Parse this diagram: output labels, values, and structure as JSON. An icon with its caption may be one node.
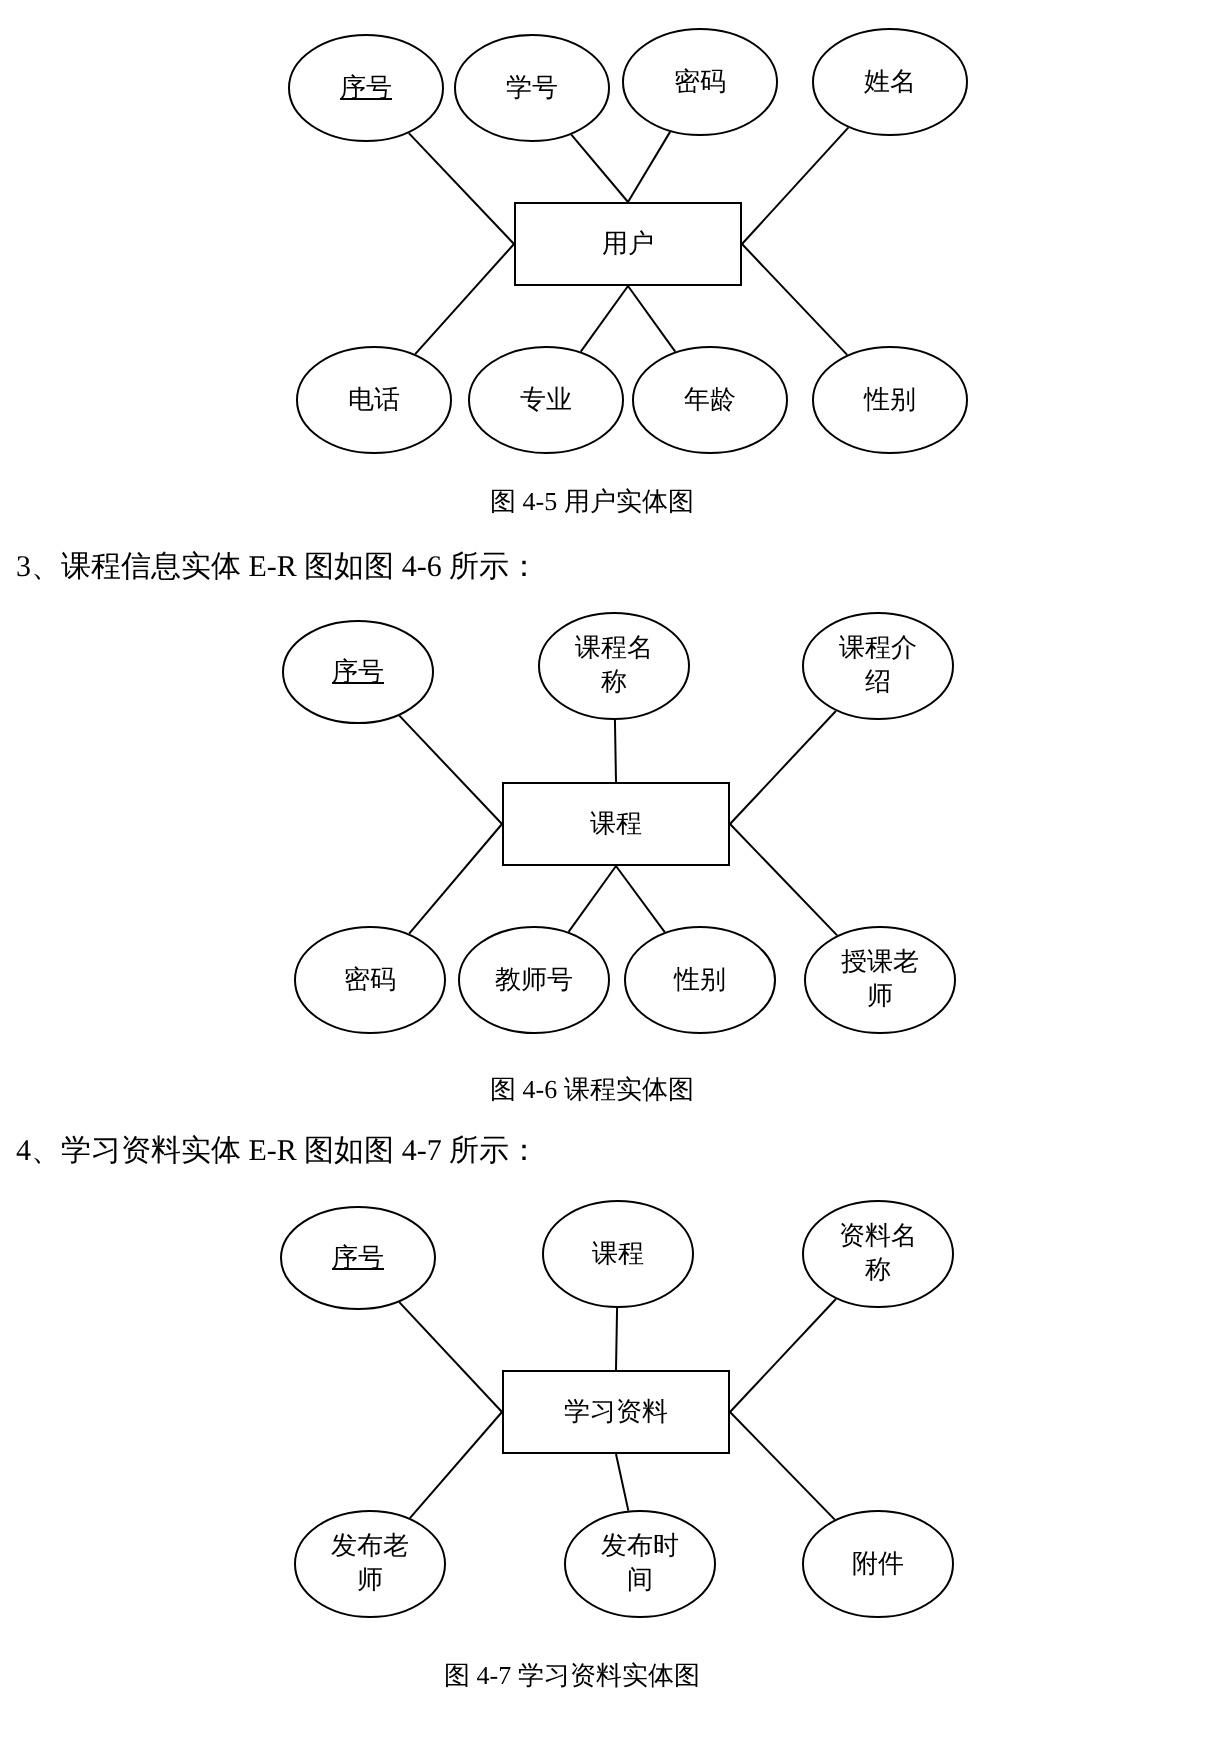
{
  "diagram": {
    "nodes": [
      {
        "text": [
          "序号"
        ]
      },
      {
        "text": [
          "学号"
        ]
      },
      {
        "text": [
          "密码"
        ]
      },
      {
        "text": [
          "姓名"
        ]
      },
      {
        "text": [
          "用户"
        ]
      },
      {
        "text": [
          "电话"
        ]
      },
      {
        "text": [
          "专业"
        ]
      },
      {
        "text": [
          "年龄"
        ]
      },
      {
        "text": [
          "性别"
        ]
      },
      {
        "text": [
          "序号"
        ]
      },
      {
        "text": [
          "课程名称"
        ]
      },
      {
        "text": [
          "课程介绍"
        ]
      },
      {
        "text": [
          "课程"
        ]
      },
      {
        "text": [
          "密码"
        ]
      },
      {
        "text": [
          "教师号"
        ]
      },
      {
        "text": [
          "性别"
        ]
      },
      {
        "text": [
          "授课老师"
        ]
      },
      {
        "text": [
          "序号"
        ]
      },
      {
        "text": [
          "课程"
        ]
      },
      {
        "text": [
          "资料名称"
        ]
      },
      {
        "text": [
          "学习资料"
        ]
      },
      {
        "text": [
          "发布老师"
        ]
      },
      {
        "text": [
          "发布时间"
        ]
      },
      {
        "text": [
          "附件"
        ]
      }
    ],
    "edges": [
      {
        "from": 4,
        "to": 0,
        "arrow": "none"
      },
      {
        "from": 4,
        "to": 1,
        "arrow": "none"
      },
      {
        "from": 4,
        "to": 2,
        "arrow": "none"
      },
      {
        "from": 4,
        "to": 3,
        "arrow": "none"
      },
      {
        "from": 4,
        "to": 5,
        "arrow": "none"
      },
      {
        "from": 4,
        "to": 6,
        "arrow": "none"
      },
      {
        "from": 4,
        "to": 7,
        "arrow": "none"
      },
      {
        "from": 4,
        "to": 8,
        "arrow": "none"
      },
      {
        "from": 12,
        "to": 9,
        "arrow": "none"
      },
      {
        "from": 12,
        "to": 10,
        "arrow": "none"
      },
      {
        "from": 12,
        "to": 11,
        "arrow": "none"
      },
      {
        "from": 12,
        "to": 13,
        "arrow": "none"
      },
      {
        "from": 12,
        "to": 14,
        "arrow": "none"
      },
      {
        "from": 12,
        "to": 15,
        "arrow": "none"
      },
      {
        "from": 12,
        "to": 16,
        "arrow": "none"
      },
      {
        "from": 20,
        "to": 17,
        "arrow": "none"
      },
      {
        "from": 20,
        "to": 18,
        "arrow": "none"
      },
      {
        "from": 20,
        "to": 19,
        "arrow": "none"
      },
      {
        "from": 20,
        "to": 21,
        "arrow": "none"
      },
      {
        "from": 20,
        "to": 22,
        "arrow": "none"
      },
      {
        "from": 20,
        "to": 23,
        "arrow": "none"
      }
    ],
    "labels": [
      "图 4-5  用户实体图",
      "3、课程信息实体 E-R 图如图 4-6 所示：",
      "图 4-6  课程实体图",
      "4、学习资料实体 E-R 图如图 4-7 所示：",
      "图 4-7 学习资料实体图"
    ]
  }
}
